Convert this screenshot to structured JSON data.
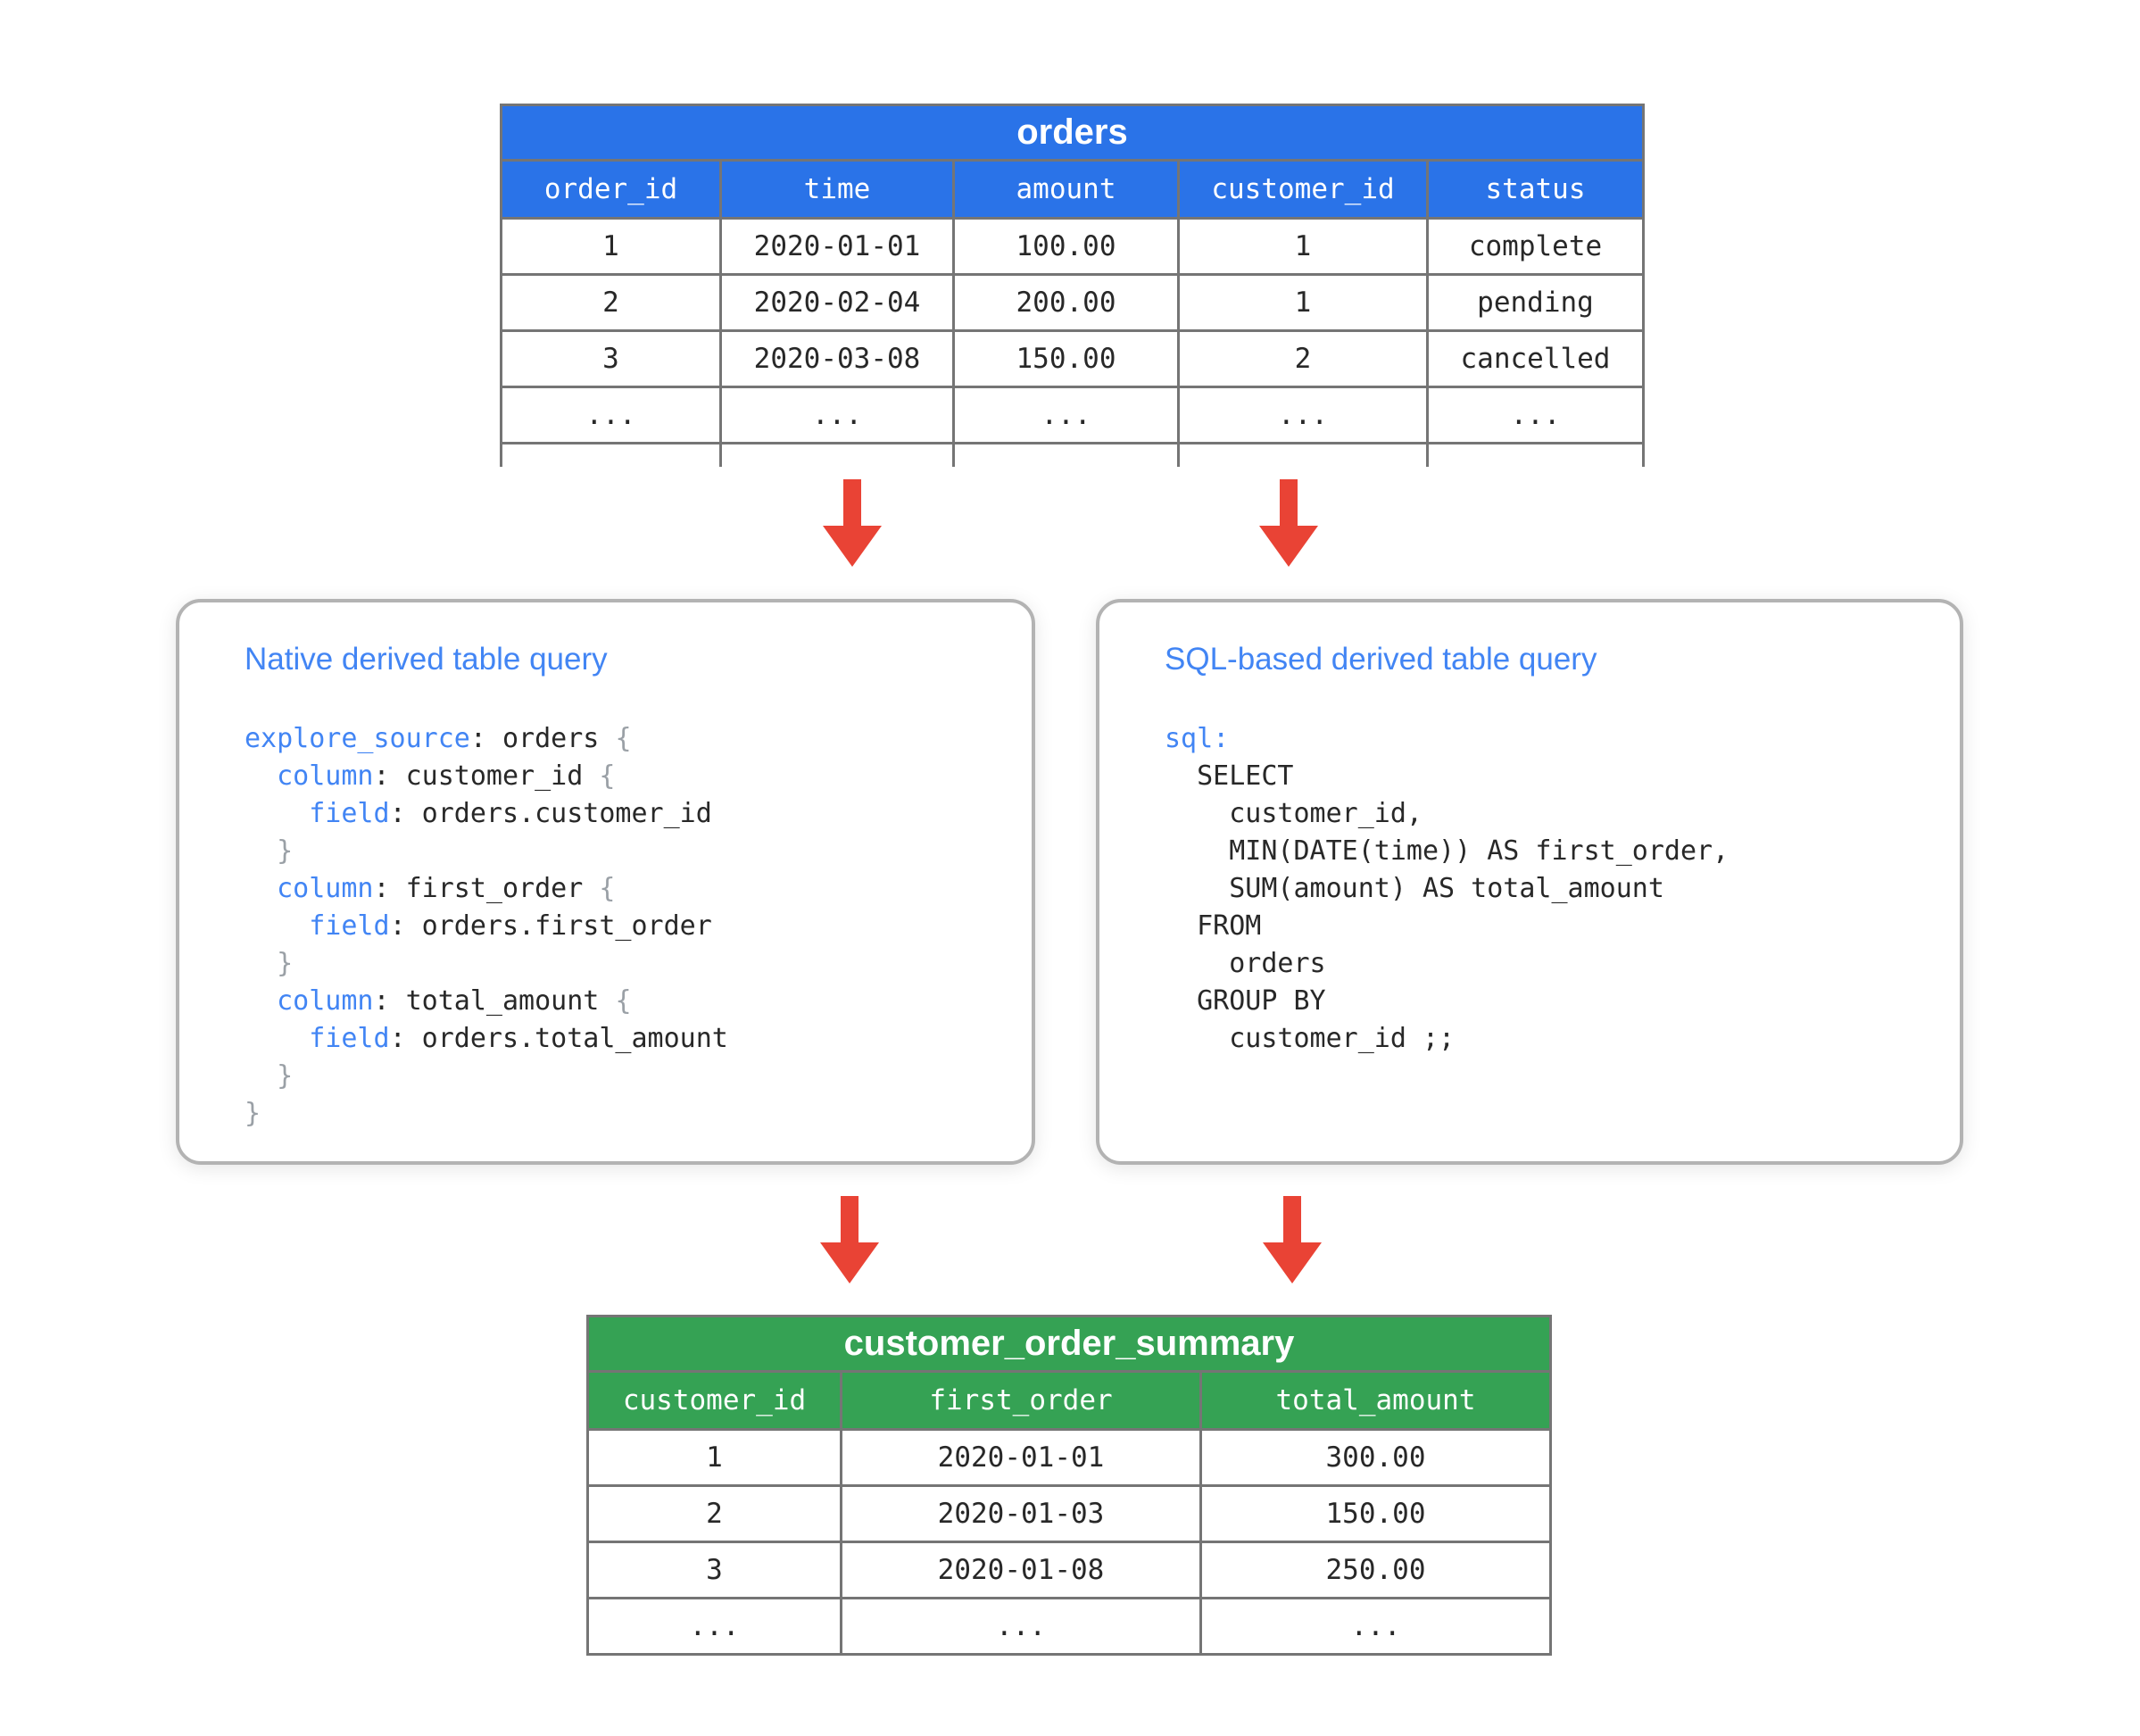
{
  "colors": {
    "table_header_blue": "#2A73E8",
    "table_header_green": "#35A254",
    "arrow_red": "#E94335",
    "accent_blue": "#4285F4",
    "brace_gray": "#9AA0A6",
    "table_border_gray": "#757575",
    "box_border_gray": "#B3B3B3",
    "text_dark": "#282828"
  },
  "orders_table": {
    "title": "orders",
    "columns": [
      "order_id",
      "time",
      "amount",
      "customer_id",
      "status"
    ],
    "rows": [
      [
        "1",
        "2020-01-01",
        "100.00",
        "1",
        "complete"
      ],
      [
        "2",
        "2020-02-04",
        "200.00",
        "1",
        "pending"
      ],
      [
        "3",
        "2020-03-08",
        "150.00",
        "2",
        "cancelled"
      ],
      [
        "...",
        "...",
        "...",
        "...",
        "..."
      ]
    ],
    "truncated": true
  },
  "native_box": {
    "title": "Native derived table query",
    "code": [
      [
        [
          "kw",
          "explore_source"
        ],
        [
          "p",
          ": orders "
        ],
        [
          "br",
          "{"
        ]
      ],
      [
        [
          "p",
          "  "
        ],
        [
          "kw",
          "column"
        ],
        [
          "p",
          ": customer_id "
        ],
        [
          "br",
          "{"
        ]
      ],
      [
        [
          "p",
          "    "
        ],
        [
          "kw",
          "field"
        ],
        [
          "p",
          ": orders.customer_id"
        ]
      ],
      [
        [
          "p",
          "  "
        ],
        [
          "br",
          "}"
        ]
      ],
      [
        [
          "p",
          "  "
        ],
        [
          "kw",
          "column"
        ],
        [
          "p",
          ": first_order "
        ],
        [
          "br",
          "{"
        ]
      ],
      [
        [
          "p",
          "    "
        ],
        [
          "kw",
          "field"
        ],
        [
          "p",
          ": orders.first_order"
        ]
      ],
      [
        [
          "p",
          "  "
        ],
        [
          "br",
          "}"
        ]
      ],
      [
        [
          "p",
          "  "
        ],
        [
          "kw",
          "column"
        ],
        [
          "p",
          ": total_amount "
        ],
        [
          "br",
          "{"
        ]
      ],
      [
        [
          "p",
          "    "
        ],
        [
          "kw",
          "field"
        ],
        [
          "p",
          ": orders.total_amount"
        ]
      ],
      [
        [
          "p",
          "  "
        ],
        [
          "br",
          "}"
        ]
      ],
      [
        [
          "br",
          "}"
        ]
      ]
    ]
  },
  "sql_box": {
    "title": "SQL-based derived table query",
    "code": [
      [
        [
          "kw",
          "sql:"
        ]
      ],
      [
        [
          "p",
          "  SELECT"
        ]
      ],
      [
        [
          "p",
          "    customer_id,"
        ]
      ],
      [
        [
          "p",
          "    MIN(DATE(time)) AS first_order,"
        ]
      ],
      [
        [
          "p",
          "    SUM(amount) AS total_amount"
        ]
      ],
      [
        [
          "p",
          "  FROM"
        ]
      ],
      [
        [
          "p",
          "    orders"
        ]
      ],
      [
        [
          "p",
          "  GROUP BY"
        ]
      ],
      [
        [
          "p",
          "    customer_id ;;"
        ]
      ]
    ]
  },
  "summary_table": {
    "title": "customer_order_summary",
    "columns": [
      "customer_id",
      "first_order",
      "total_amount"
    ],
    "rows": [
      [
        "1",
        "2020-01-01",
        "300.00"
      ],
      [
        "2",
        "2020-01-03",
        "150.00"
      ],
      [
        "3",
        "2020-01-08",
        "250.00"
      ],
      [
        "...",
        "...",
        "..."
      ]
    ]
  }
}
